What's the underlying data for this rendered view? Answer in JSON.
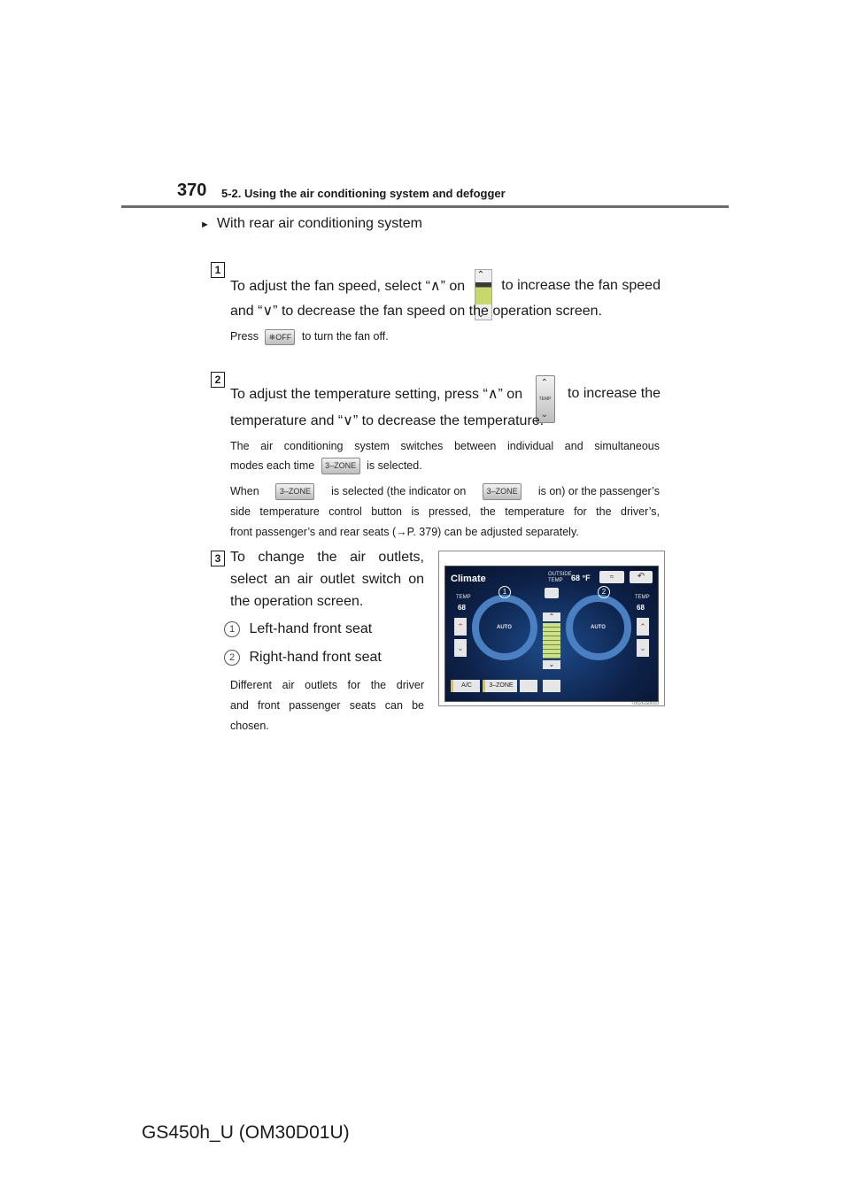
{
  "header": {
    "page_number": "370",
    "section_title": "5-2. Using the air conditioning system and defogger"
  },
  "intro": {
    "bullet_icon": "triangle-right-icon",
    "heading": "With rear air conditioning system"
  },
  "steps": [
    {
      "number": "1",
      "line1_a": "To adjust the fan speed, select “∧” on",
      "line1_b": "to increase the fan speed",
      "line2": "and “∨” to decrease the fan speed on the operation screen.",
      "note_a": "Press",
      "note_button": "❄OFF",
      "note_b": "to turn the fan off."
    },
    {
      "number": "2",
      "line1_a": "To adjust the temperature setting, press “∧” on",
      "line1_b": "to increase the",
      "line2": "temperature and “∨” to decrease the temperature.",
      "temp_button_label": "TEMP",
      "note1_line1": "The air conditioning system switches between individual and simultaneous",
      "note1_line2_a": "modes each time",
      "note1_line2_b": "is selected.",
      "zone_button": "3–ZONE",
      "note2_line1_a": "When",
      "note2_line1_b": "is selected (the indicator on",
      "note2_line1_c": "is on) or the passenger’s",
      "note2_line2": "side temperature control button is pressed, the temperature for the driver’s,",
      "note2_line3": "front passenger’s and rear seats (→P. 379) can be adjusted separately."
    },
    {
      "number": "3",
      "line1": "To change the air outlets,",
      "line2": "select an air outlet switch on",
      "line3": "the operation screen.",
      "callouts": [
        {
          "num": "1",
          "label": "Left-hand front seat"
        },
        {
          "num": "2",
          "label": "Right-hand front seat"
        }
      ],
      "note_line1": "Different air outlets for the driver",
      "note_line2": "and front passenger seats can be",
      "note_line3": "chosen."
    }
  ],
  "screen": {
    "title": "Climate",
    "outside_label_1": "OUTSIDE",
    "outside_label_2": "TEMP",
    "outside_value": "68 °F",
    "left_temp_label": "TEMP",
    "left_temp_value": "68",
    "right_temp_label": "TEMP",
    "right_temp_value": "68",
    "left_mode": "AUTO",
    "right_mode": "AUTO",
    "callout_1": "1",
    "callout_2": "2",
    "btn_ac": "A/C",
    "btn_zone": "3–ZONE",
    "figure_code": "ITI52GS001U"
  },
  "footer": {
    "model": "GS450h_U (OM30D01U)"
  }
}
